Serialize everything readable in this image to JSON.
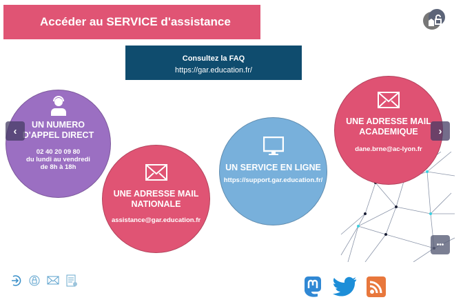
{
  "header": {
    "title": "Accéder au SERVICE d'assistance"
  },
  "faq": {
    "label": "Consultez la FAQ",
    "url": "https://gar.education.fr/"
  },
  "cards": [
    {
      "title_1": "UN NUMERO",
      "title_2": "D'APPEL DIRECT",
      "line_1": "02 40 20 09 80",
      "line_2": "du lundi au vendredi",
      "line_3": "de 8h à 18h",
      "icon": "headset-user-icon",
      "color": "#9b6fc2"
    },
    {
      "title_1": "UNE ADRESSE MAIL",
      "title_2": "NATIONALE",
      "line_1": "assistance@gar.education.fr",
      "icon": "envelope-icon",
      "color": "#e05474"
    },
    {
      "title_1": "UN SERVICE EN LIGNE",
      "line_1": "https://support.gar.education.fr/",
      "icon": "monitor-icon",
      "color": "#78b0db"
    },
    {
      "title_1": "UNE ADRESSE MAIL",
      "title_2": "ACADEMIQUE",
      "line_1": "dane.brne@ac-lyon.fr",
      "icon": "envelope-icon",
      "color": "#df5273"
    }
  ],
  "nav": {
    "prev": "‹",
    "next": "›",
    "more": "•••"
  },
  "footer": {
    "icons": [
      "login-icon",
      "lock-bubble-icon",
      "mail-bubble-icon",
      "document-icon"
    ],
    "social": [
      "mastodon-icon",
      "twitter-icon",
      "rss-icon"
    ]
  }
}
